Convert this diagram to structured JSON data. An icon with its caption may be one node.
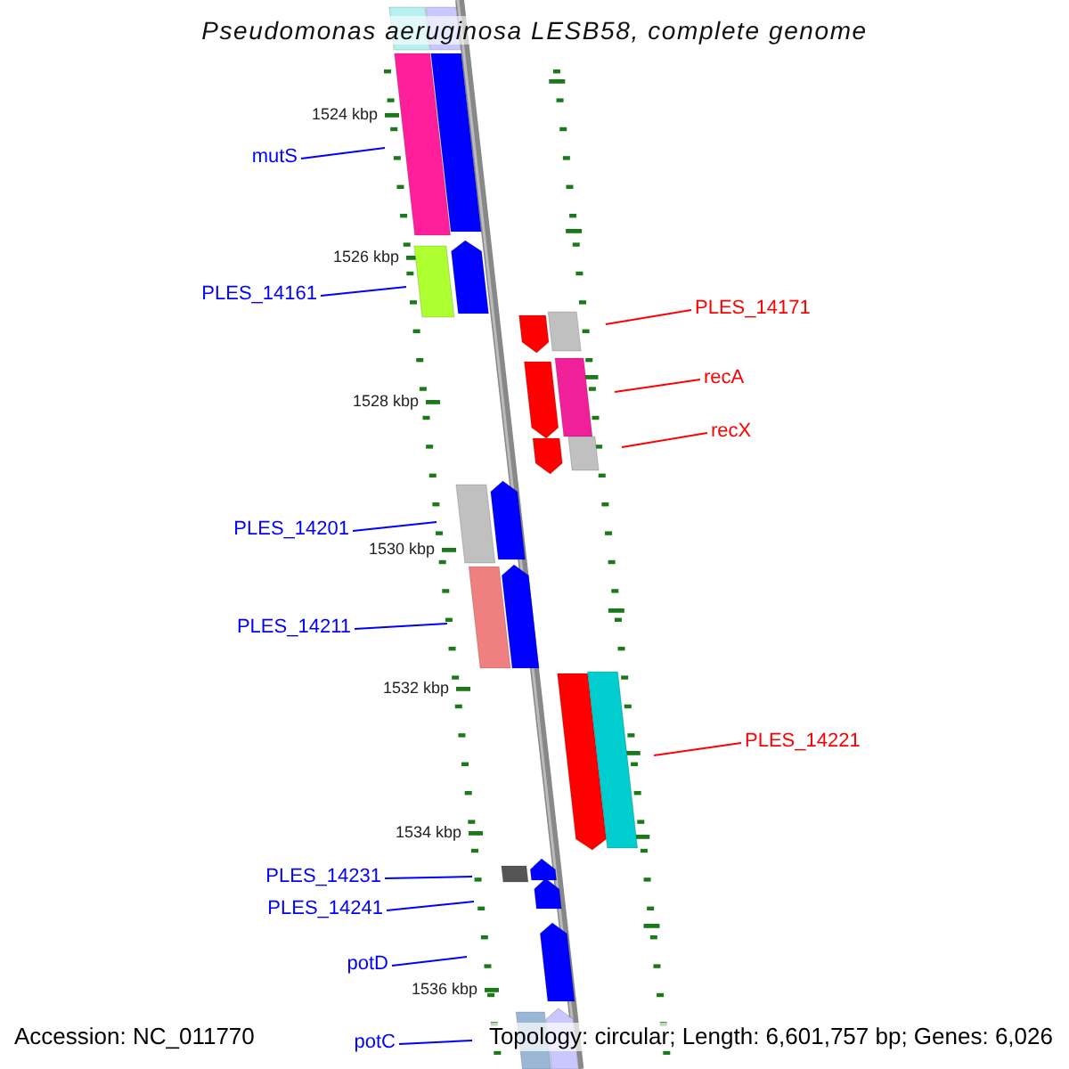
{
  "diagram": {
    "title": "Pseudomonas aeruginosa LESB58, complete genome",
    "nodes": [
      {
        "text": [
          "mutS"
        ]
      },
      {
        "text": [
          "PLES_14161"
        ]
      },
      {
        "text": [
          "PLES_14171"
        ]
      },
      {
        "text": [
          "recA"
        ]
      },
      {
        "text": [
          "recX"
        ]
      },
      {
        "text": [
          "PLES_14201"
        ]
      },
      {
        "text": [
          "PLES_14211"
        ]
      },
      {
        "text": [
          "PLES_14221"
        ]
      },
      {
        "text": [
          "PLES_14231"
        ]
      },
      {
        "text": [
          "PLES_14241"
        ]
      },
      {
        "text": [
          "potD"
        ]
      },
      {
        "text": [
          "potC"
        ]
      }
    ],
    "edges": [
      {
        "from": 0,
        "to": null,
        "arrow": "none"
      },
      {
        "from": 1,
        "to": null,
        "arrow": "none"
      },
      {
        "from": 2,
        "to": null,
        "arrow": "none",
        "color": "#ff0000"
      },
      {
        "from": 3,
        "to": null,
        "arrow": "none",
        "color": "#ff0000"
      },
      {
        "from": 4,
        "to": null,
        "arrow": "none",
        "color": "#ff0000"
      },
      {
        "from": 5,
        "to": null,
        "arrow": "none"
      },
      {
        "from": 6,
        "to": null,
        "arrow": "none"
      },
      {
        "from": 7,
        "to": null,
        "arrow": "none",
        "color": "#ff0000"
      },
      {
        "from": 8,
        "to": null,
        "arrow": "none"
      },
      {
        "from": 9,
        "to": null,
        "arrow": "none"
      },
      {
        "from": 10,
        "to": null,
        "arrow": "none"
      },
      {
        "from": 11,
        "to": null,
        "arrow": "none"
      }
    ],
    "labels": [
      "1524 kbp",
      "1526 kbp",
      "1528 kbp",
      "1530 kbp",
      "1532 kbp",
      "1534 kbp",
      "1536 kbp",
      "Accession: NC_011770",
      "Topology: circular; Length: 6,601,757 bp; Genes: 6,026"
    ]
  }
}
